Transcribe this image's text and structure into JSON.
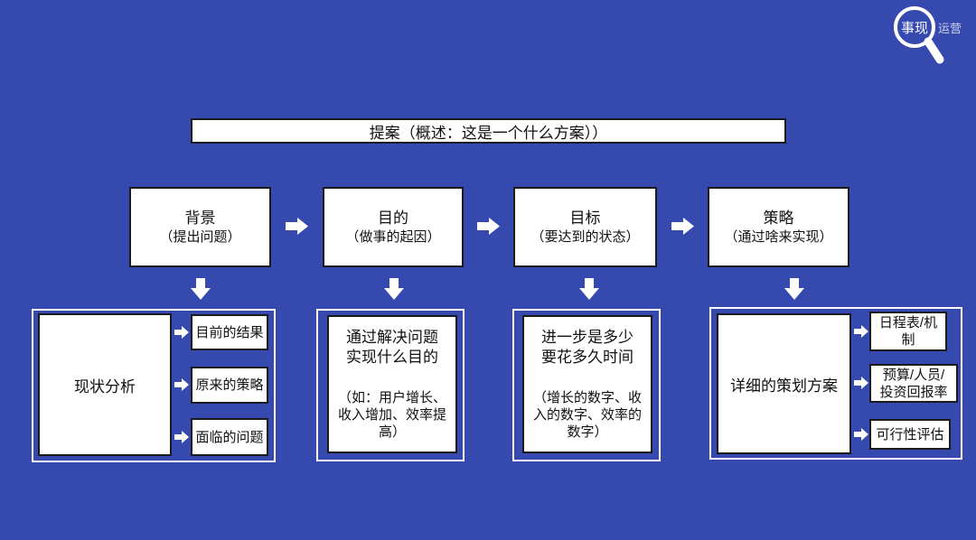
{
  "colors": {
    "background": "#3649ae",
    "box_fill": "#ffffff",
    "box_border": "#1b1b1b",
    "outline_border": "#ffffff",
    "arrow": "#ffffff"
  },
  "logo": {
    "primary": "事现",
    "secondary": "运营"
  },
  "title": "提案（概述：这是一个什么方案））",
  "steps": [
    {
      "title": "背景",
      "subtitle": "（提出问题）"
    },
    {
      "title": "目的",
      "subtitle": "（做事的起因）"
    },
    {
      "title": "目标",
      "subtitle": "（要达到的状态）"
    },
    {
      "title": "策略",
      "subtitle": "（通过啥来实现）"
    }
  ],
  "groups": {
    "analysis": {
      "label": "现状分析",
      "items": [
        "目前的结果",
        "原来的策略",
        "面临的问题"
      ]
    },
    "purpose": {
      "main": "通过解决问题\n实现什么目的",
      "note": "（如：用户增长、\n收入增加、效率提\n高）"
    },
    "goal": {
      "main": "进一步是多少\n要花多久时间",
      "note": "（增长的数字、收\n入的数字、效率的\n数字）"
    },
    "plan": {
      "label": "详细的策划方案",
      "items": [
        "日程表/机\n制",
        "预算/人员/\n投资回报率",
        "可行性评估"
      ]
    }
  }
}
